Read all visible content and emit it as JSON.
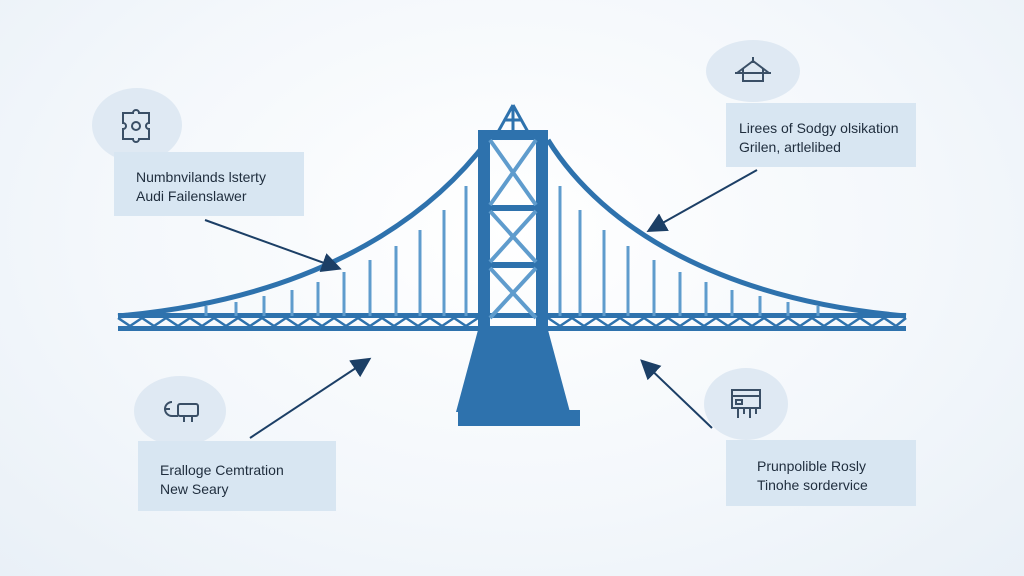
{
  "diagram": {
    "callouts": [
      {
        "icon": "puzzle-gear-icon",
        "lines": [
          "Numbnvilands lsterty",
          "Audi Failenslawer"
        ]
      },
      {
        "icon": "house-roof-icon",
        "lines": [
          "Lirees of Sodgy olsikation",
          "Grilen, artlelibed"
        ]
      },
      {
        "icon": "key-link-icon",
        "lines": [
          "Eralloge Cemtration",
          "New Seary"
        ]
      },
      {
        "icon": "circuit-board-icon",
        "lines": [
          "Prunpolible Rosly",
          "Tinohe sordervice"
        ]
      }
    ]
  },
  "colors": {
    "bridge": "#2e72ad",
    "bridge_light": "#5f9ccd",
    "arrow": "#1c3f66",
    "box": "#d8e6f2",
    "circle": "#dfe9f3",
    "icon_stroke": "#3a4f66"
  }
}
